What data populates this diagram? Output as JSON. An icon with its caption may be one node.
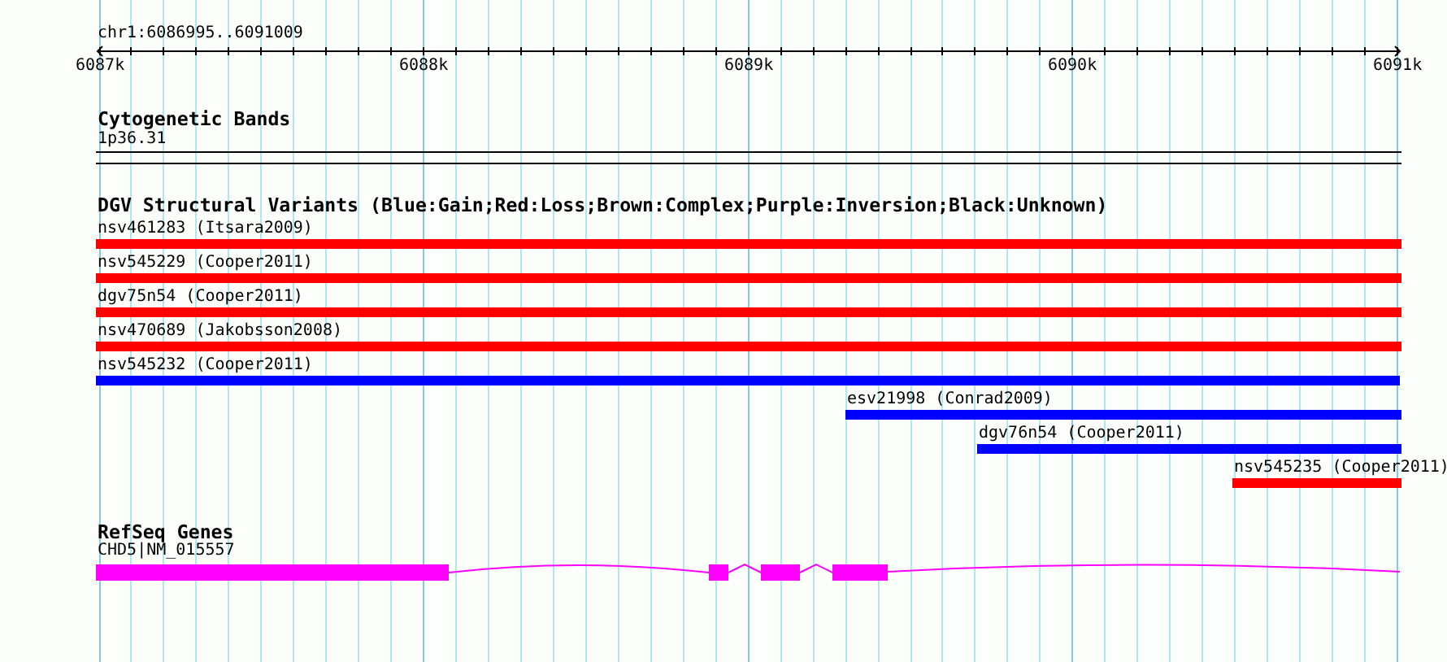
{
  "diagram": {
    "labels": [
      "chr1:6086995..6091009",
      "6087k",
      "6088k",
      "6089k",
      "6090k",
      "6091k",
      "Cytogenetic Bands",
      "1p36.31",
      "DGV Structural Variants (Blue:Gain;Red:Loss;Brown:Complex;Purple:Inversion;Black:Unknown)",
      "nsv461283 (Itsara2009)",
      "nsv545229 (Cooper2011)",
      "dgv75n54 (Cooper2011)",
      "nsv470689 (Jakobsson2008)",
      "nsv545232 (Cooper2011)",
      "esv21998 (Conrad2009)",
      "dgv76n54 (Cooper2011)",
      "nsv545235 (Cooper2011)",
      "RefSeq Genes",
      "CHD5|NM_015557"
    ]
  }
}
